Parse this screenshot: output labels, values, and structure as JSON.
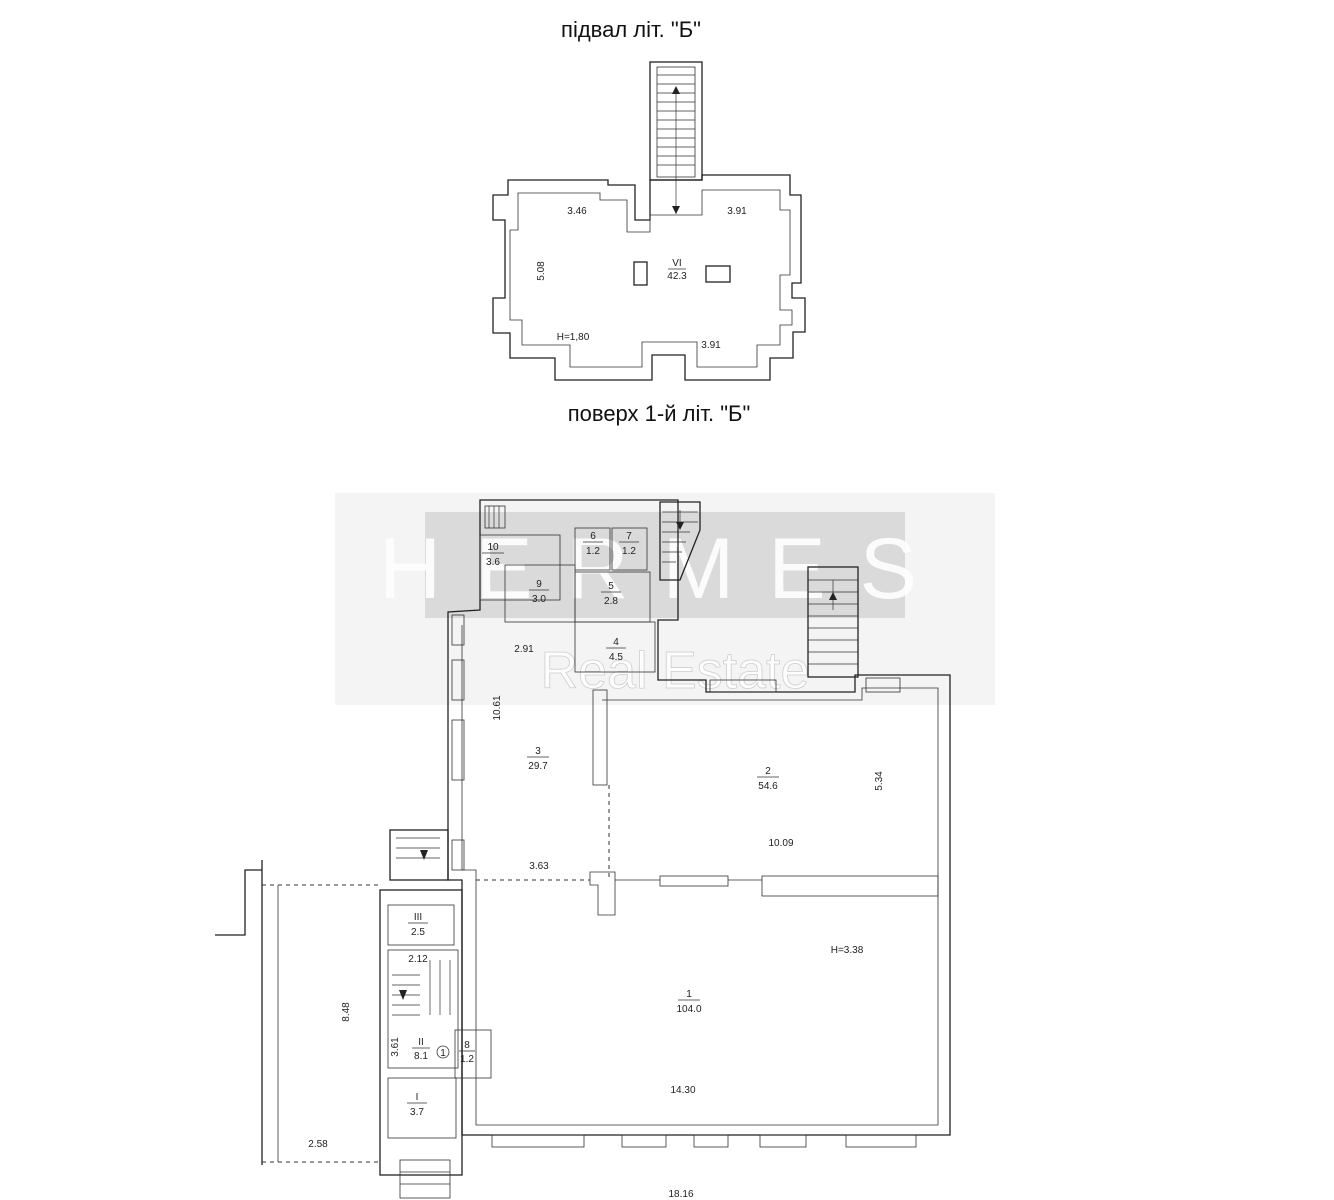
{
  "titles": {
    "basement": "підвал літ. \"Б\"",
    "first_floor": "поверх 1-й літ. \"Б\""
  },
  "watermark": {
    "line1": "HERMES",
    "line2": "Real Estate"
  },
  "basement": {
    "room_number": "VI",
    "room_area": "42.3",
    "dims": [
      "3.46",
      "3.91",
      "5.08",
      "3.91"
    ],
    "height": "H=1,80"
  },
  "first_floor": {
    "height": "H=3.38",
    "rooms": [
      {
        "num": "1",
        "area": "104.0"
      },
      {
        "num": "2",
        "area": "54.6"
      },
      {
        "num": "3",
        "area": "29.7"
      },
      {
        "num": "4",
        "area": "4.5"
      },
      {
        "num": "5",
        "area": "2.8"
      },
      {
        "num": "6",
        "area": "1.2"
      },
      {
        "num": "7",
        "area": "1.2"
      },
      {
        "num": "8",
        "area": "1.2"
      },
      {
        "num": "9",
        "area": "3.0"
      },
      {
        "num": "10",
        "area": "3.6"
      },
      {
        "num": "I",
        "area": "3.7"
      },
      {
        "num": "II",
        "area": "8.1"
      },
      {
        "num": "III",
        "area": "2.5"
      }
    ],
    "dims": [
      "2.91",
      "10.61",
      "3.63",
      "5.34",
      "10.09",
      "14.30",
      "18.16",
      "2.12",
      "8.48",
      "3.61",
      "2.58"
    ],
    "marker": "1"
  }
}
